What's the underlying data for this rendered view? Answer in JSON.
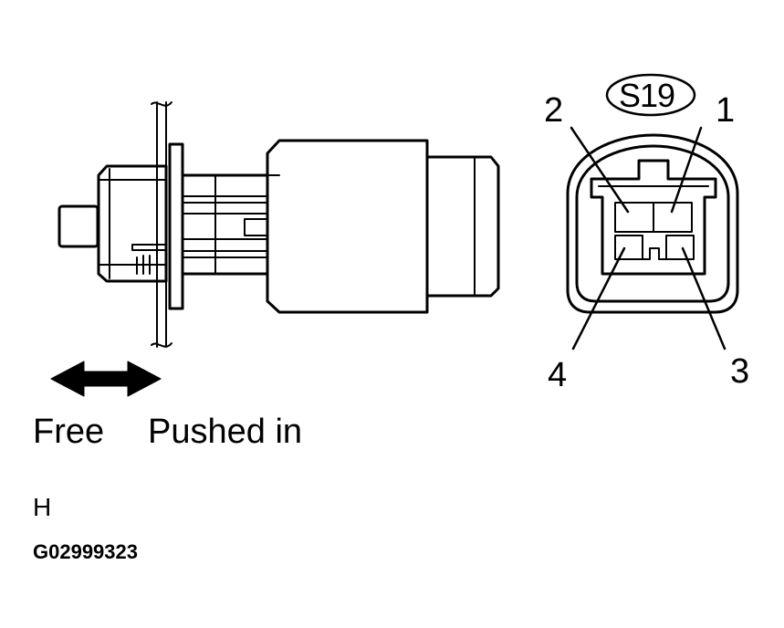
{
  "connector": {
    "code": "S19",
    "pins": [
      "1",
      "2",
      "3",
      "4"
    ]
  },
  "labels": {
    "free": "Free",
    "pushed_in": "Pushed in",
    "view_letter": "H",
    "figure_id": "G02999323"
  },
  "colors": {
    "line": "#000000",
    "background": "#ffffff"
  }
}
